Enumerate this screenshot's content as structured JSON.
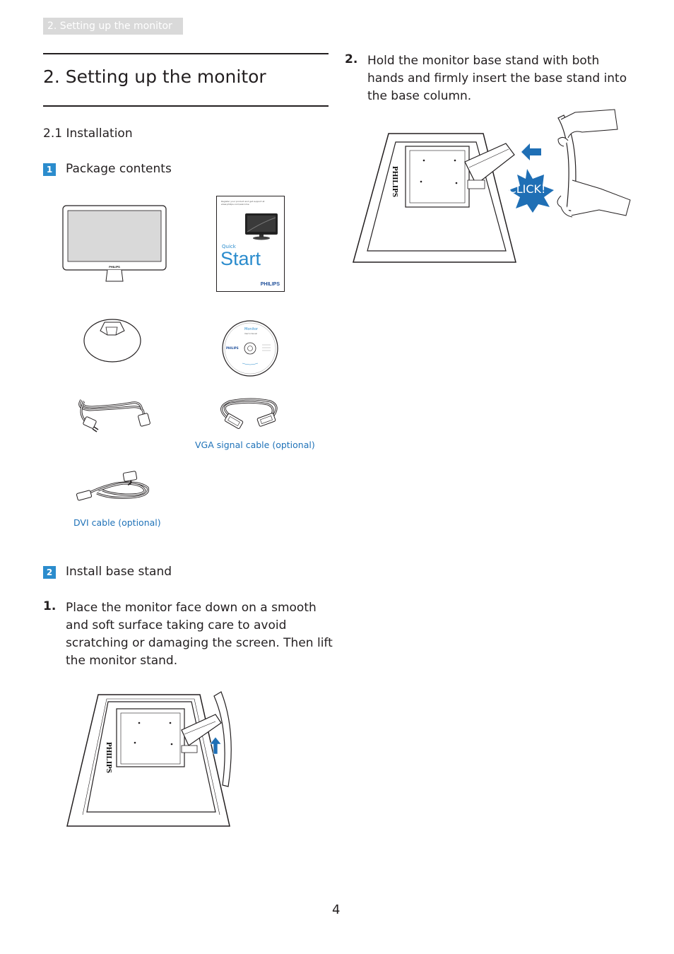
{
  "header": {
    "tab_label": "2. Setting up the monitor"
  },
  "title": "2.  Setting up the monitor",
  "section": {
    "label": "2.1 Installation"
  },
  "steps": {
    "one": {
      "badge": "1",
      "title": "Package contents"
    },
    "two": {
      "badge": "2",
      "title": "Install base stand"
    }
  },
  "contents": {
    "quick_start": {
      "top_text": "Register your product and get support at",
      "url": "www.philips.com/welcome",
      "quick": "Quick",
      "start": "Start",
      "brand": "PHILIPS"
    },
    "cd": {
      "label": "Monitor",
      "sub": "User's manual",
      "brand": "PHILIPS"
    },
    "monitor_brand": "PHILIPS",
    "vga_caption": "VGA signal cable (optional)",
    "dvi_caption": "DVI cable (optional)"
  },
  "instructions": {
    "step1": {
      "number": "1.",
      "text": "Place the monitor face down on a smooth and soft surface taking care to avoid scratching or damaging the screen. Then lift the monitor stand."
    },
    "step2": {
      "number": "2.",
      "text": "Hold the monitor base stand with both hands and firmly insert the base stand into the base column."
    }
  },
  "illustration": {
    "brand": "PHILIPS",
    "click_label": "CLICK!"
  },
  "page_number": "4",
  "colors": {
    "accent": "#2b8ccd",
    "caption": "#1f72b8",
    "header_tab": "#d9d9d9",
    "arrow": "#1f6fb5"
  }
}
